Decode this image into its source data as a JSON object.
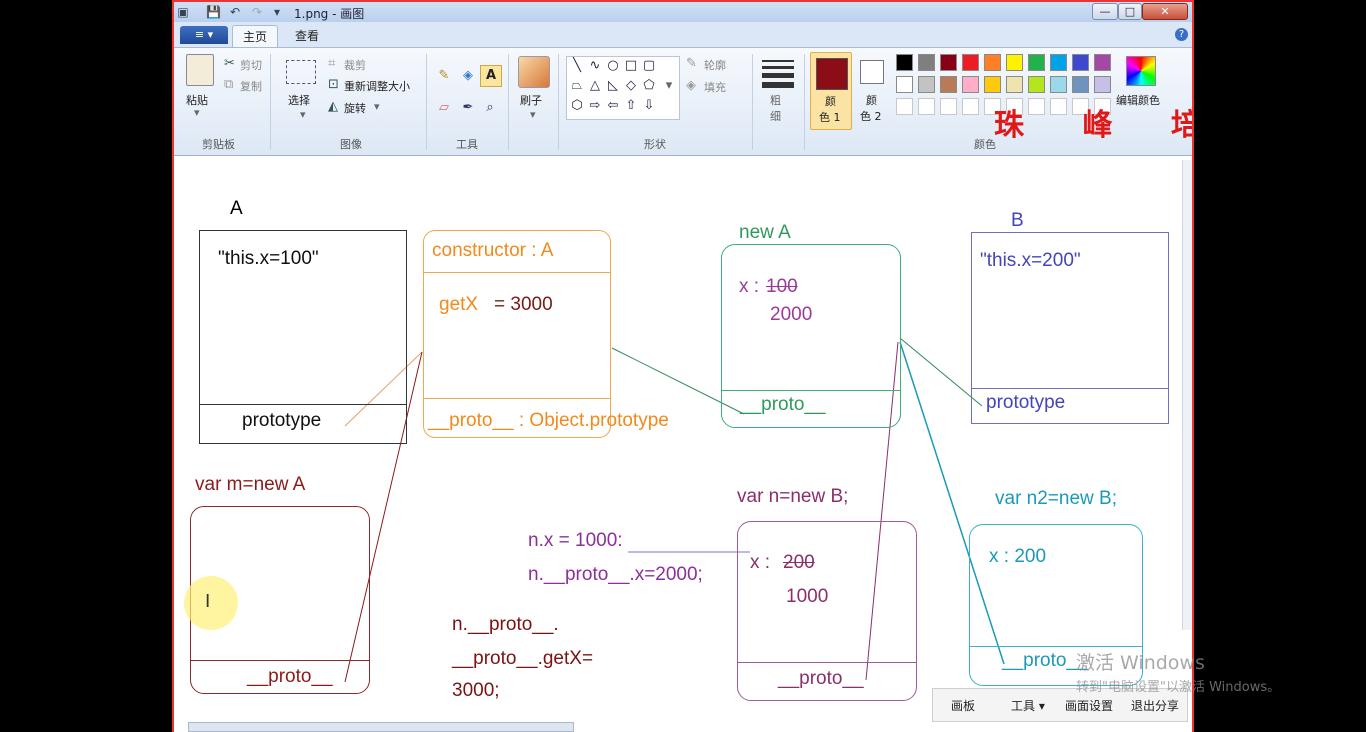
{
  "window": {
    "title": "1.png - 画图",
    "quick_icons": [
      "paint-app-icon",
      "save-icon",
      "undo-icon",
      "redo-icon",
      "dropdown-icon"
    ],
    "controls": {
      "minimize": "—",
      "maximize": "□",
      "close": "✕"
    }
  },
  "tabs": {
    "file_label": "≡ ▾",
    "home": "主页",
    "view": "查看",
    "help": "?"
  },
  "ribbon": {
    "clipboard": {
      "paste": "粘贴",
      "cut": "剪切",
      "copy": "复制",
      "group": "剪贴板"
    },
    "image": {
      "select": "选择",
      "crop": "裁剪",
      "resize": "重新调整大小",
      "rotate": "旋转",
      "group": "图像"
    },
    "tools": {
      "group": "工具"
    },
    "brush": {
      "label": "刷子"
    },
    "shapes": {
      "outline": "轮廓",
      "fill": "填充",
      "group": "形状"
    },
    "size": {
      "label1": "粗",
      "label2": "细"
    },
    "color1": {
      "label1": "颜",
      "label2": "色 1",
      "value": "#8b0d16"
    },
    "color2": {
      "label1": "颜",
      "label2": "色 2",
      "value": "#ffffff"
    },
    "edit_colors": "编辑颜色",
    "colors_group": "颜色",
    "palette_row1": [
      "#000000",
      "#7f7f7f",
      "#880015",
      "#ed1c24",
      "#ff7f27",
      "#fff200",
      "#22b14c",
      "#00a2e8",
      "#3f48cc",
      "#a349a4"
    ],
    "palette_row2": [
      "#ffffff",
      "#c3c3c3",
      "#b97a57",
      "#ffaec9",
      "#ffc90e",
      "#efe4b0",
      "#b5e61d",
      "#99d9ea",
      "#7092be",
      "#c8bfe7"
    ]
  },
  "watermark": "珠 峰 培 训",
  "canvas": {
    "a_label": "A",
    "a_body": "\"this.x=100\"",
    "a_proto": "prototype",
    "ctor_title": "constructor : A",
    "ctor_getx": "getX",
    "ctor_eq": "= 3000",
    "ctor_proto": "__proto__ : Object.prototype",
    "newa_label": "new A",
    "newa_x": "x :",
    "newa_old": "100",
    "newa_new": "2000",
    "newa_proto": "__proto__",
    "b_label": "B",
    "b_body": "\"this.x=200\"",
    "b_proto": "prototype",
    "m_label": "var m=new A",
    "m_proto": "__proto__",
    "n_label": "var n=new B;",
    "n_x": "x  :",
    "n_old": "200",
    "n_new": "1000",
    "n_proto": "__proto__",
    "n2_label": "var n2=new B;",
    "n2_x": "x : 200",
    "n2_proto": "__proto__",
    "code1": "n.x = 1000:",
    "code2": "n.__proto__.x=2000;",
    "code3": "n.__proto__.",
    "code4": "__proto__.getX=",
    "code5": "3000;"
  },
  "bottom_toolbar": {
    "palette": "画板",
    "tools": "工具 ▾",
    "settings": "画面设置",
    "exit_share": "退出分享"
  },
  "activation": {
    "line1": "激活 Windows",
    "line2": "转到\"电脑设置\"以激活 Windows。"
  }
}
